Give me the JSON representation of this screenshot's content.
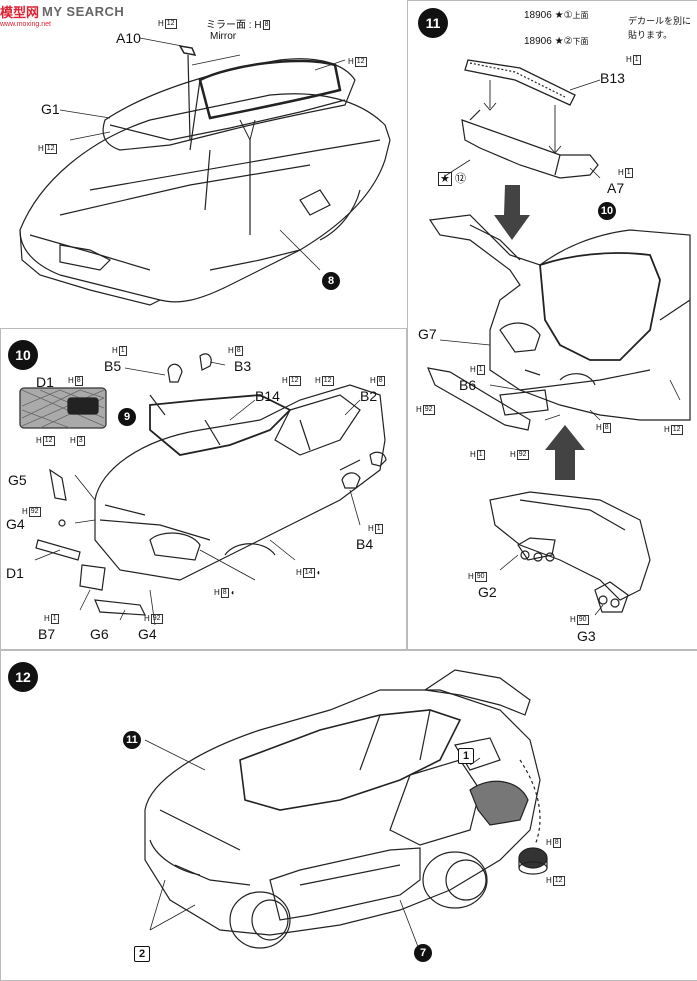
{
  "watermark": {
    "mark": "模型网",
    "text": "MY SEARCH",
    "url": "www.moxing.net"
  },
  "steps": {
    "s10": "10",
    "s11": "11",
    "s12": "12"
  },
  "step9": {
    "mirror_jp": "ミラー面 : H",
    "mirror_code": "8",
    "mirror_en": "Mirror",
    "a10": "A10",
    "g1": "G1",
    "circle": "8",
    "h12_a": "H",
    "h12_a_code": "12",
    "h12_b": "H",
    "h12_b_code": "12",
    "h12_c": "H",
    "h12_c_code": "12"
  },
  "step11": {
    "decal1_code": "18906",
    "decal1_num": "①",
    "decal1_side": "上面",
    "decal2_code": "18906",
    "decal2_num": "②",
    "decal2_side": "下面",
    "note": "デカールを別に",
    "note2": "貼ります。",
    "b13": "B13",
    "a7": "A7",
    "star12": "⑫",
    "circle": "10",
    "g7": "G7",
    "b6": "B6",
    "g2": "G2",
    "g3": "G3",
    "h1a": "1",
    "h1b": "1",
    "h1c": "1",
    "h1d": "1",
    "h92a": "92",
    "h92b": "92",
    "h8": "8",
    "h12": "12",
    "h90a": "90",
    "h90b": "90"
  },
  "step10": {
    "b5": "B5",
    "b3": "B3",
    "b14": "B14",
    "b2": "B2",
    "b4": "B4",
    "d1": "D1",
    "d1b": "D1",
    "g5": "G5",
    "g4": "G4",
    "g4b": "G4",
    "b7": "B7",
    "g6": "G6",
    "circle": "9",
    "h1": "1",
    "h8": "8",
    "h12a": "12",
    "h12b": "12",
    "h8b": "8",
    "h92a": "92",
    "h92b": "92",
    "h3": "3",
    "h12c": "12",
    "h14": "14",
    "h8c": "8",
    "h1b": "1",
    "h1c": "1",
    "h8d": "8"
  },
  "step12": {
    "c11": "11",
    "c7": "7",
    "box1": "1",
    "box2": "2",
    "h8": "8",
    "h12": "12"
  }
}
